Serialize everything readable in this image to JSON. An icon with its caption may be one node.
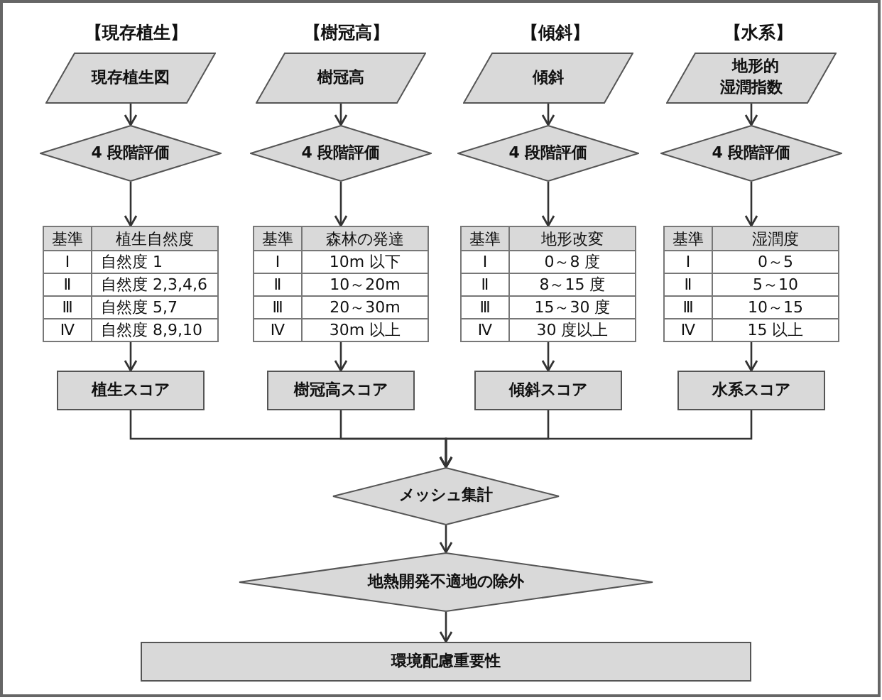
{
  "diagram": {
    "nodes": [
      {
        "text": [
          "現存植生図"
        ],
        "beside": [
          "【現存植生】"
        ]
      },
      {
        "text": [
          "樹冠高"
        ],
        "beside": [
          "【樹冠高】"
        ]
      },
      {
        "text": [
          "傾斜"
        ],
        "beside": [
          "【傾斜】"
        ]
      },
      {
        "text": [
          "地形的湿潤指数"
        ],
        "beside": [
          "【水系】"
        ]
      },
      {
        "text": [
          "4 段階評価"
        ]
      },
      {
        "text": [
          "4 段階評価"
        ]
      },
      {
        "text": [
          "4 段階評価"
        ]
      },
      {
        "text": [
          "4 段階評価"
        ]
      },
      {
        "text": [
          "基準",
          "植生自然度",
          "Ⅰ",
          "自然度 1",
          "Ⅱ",
          "自然度 2,3,4,6",
          "Ⅲ",
          "自然度 5,7",
          "Ⅳ",
          "自然度 8,9,10"
        ]
      },
      {
        "text": [
          "基準",
          "森林の発達",
          "Ⅰ",
          "10m 以下",
          "Ⅱ",
          "10～20m",
          "Ⅲ",
          "20～30m",
          "Ⅳ",
          "30m 以上"
        ]
      },
      {
        "text": [
          "基準",
          "地形改変",
          "Ⅰ",
          "0～8 度",
          "Ⅱ",
          "8～15 度",
          "Ⅲ",
          "15～30 度",
          "Ⅳ",
          "30 度以上"
        ]
      },
      {
        "text": [
          "基準",
          "湿潤度",
          "Ⅰ",
          "0～5",
          "Ⅱ",
          "5～10",
          "Ⅲ",
          "10～15",
          "Ⅳ",
          "15 以上"
        ]
      },
      {
        "text": [
          "植生スコア"
        ]
      },
      {
        "text": [
          "樹冠高スコア"
        ]
      },
      {
        "text": [
          "傾斜スコア"
        ]
      },
      {
        "text": [
          "水系スコア"
        ]
      },
      {
        "text": [
          "メッシュ集計"
        ]
      },
      {
        "text": [
          "地熱開発不適地の除外"
        ]
      },
      {
        "text": [
          "環境配慮重要性"
        ]
      }
    ],
    "edges": [
      {
        "from": 0,
        "to": 4,
        "arrow": "to"
      },
      {
        "from": 1,
        "to": 5,
        "arrow": "to"
      },
      {
        "from": 2,
        "to": 6,
        "arrow": "to"
      },
      {
        "from": 3,
        "to": 7,
        "arrow": "to"
      },
      {
        "from": 4,
        "to": 8,
        "arrow": "to"
      },
      {
        "from": 5,
        "to": 9,
        "arrow": "to"
      },
      {
        "from": 6,
        "to": 10,
        "arrow": "to"
      },
      {
        "from": 7,
        "to": 11,
        "arrow": "to"
      },
      {
        "from": 8,
        "to": 12,
        "arrow": "to"
      },
      {
        "from": 9,
        "to": 13,
        "arrow": "to"
      },
      {
        "from": 10,
        "to": 14,
        "arrow": "to"
      },
      {
        "from": 11,
        "to": 15,
        "arrow": "to"
      },
      {
        "from": 12,
        "to": 16,
        "arrow": "to"
      },
      {
        "from": 13,
        "to": 16,
        "arrow": "to"
      },
      {
        "from": 14,
        "to": 16,
        "arrow": "to"
      },
      {
        "from": 15,
        "to": 16,
        "arrow": "to"
      },
      {
        "from": 16,
        "to": 17,
        "arrow": "to"
      },
      {
        "from": 17,
        "to": 18,
        "arrow": "to"
      }
    ]
  }
}
